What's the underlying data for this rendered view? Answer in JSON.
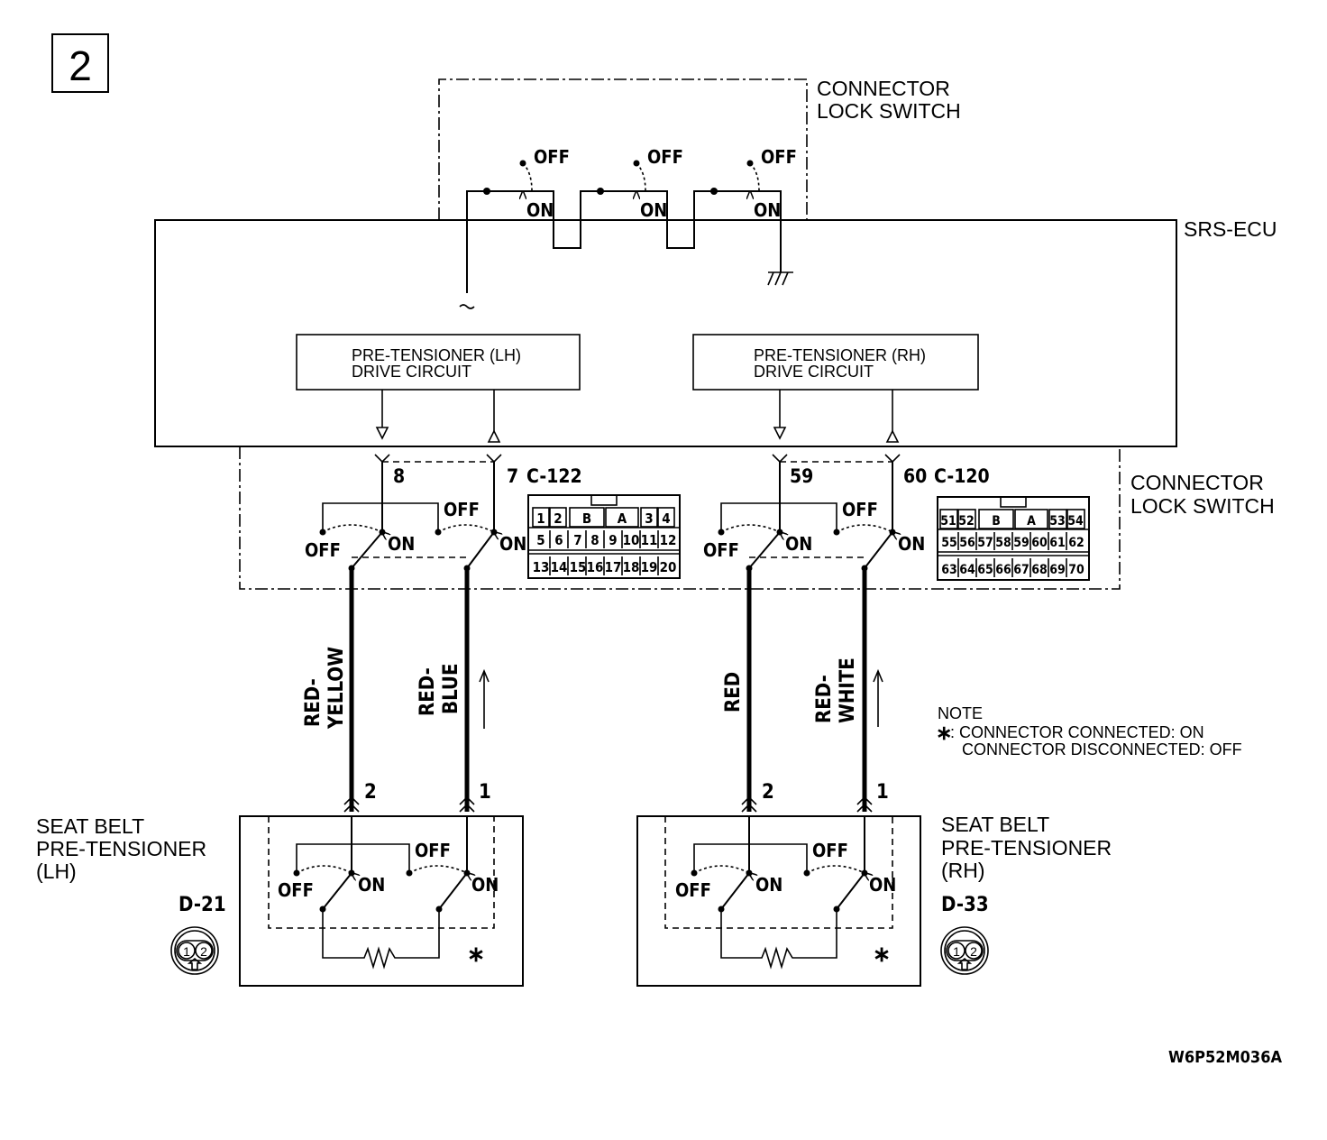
{
  "section_number": "2",
  "srs_ecu": {
    "label": "SRS-ECU",
    "lock_switch_top_label": [
      "CONNECTOR",
      "LOCK SWITCH"
    ],
    "off_label": "OFF",
    "on_label": "ON",
    "lh_drive_circuit": [
      "PRE-TENSIONER (LH)",
      "DRIVE CIRCUIT"
    ],
    "rh_drive_circuit": [
      "PRE-TENSIONER (RH)",
      "DRIVE CIRCUIT"
    ]
  },
  "connector_lock_switch_label": [
    "CONNECTOR",
    "LOCK SWITCH"
  ],
  "connector_c122": {
    "id": "C-122",
    "pin_left": "8",
    "pin_right": "7",
    "row1": [
      "1",
      "2",
      "B",
      "A",
      "3",
      "4"
    ],
    "row2": [
      "5",
      "6",
      "7",
      "8",
      "9",
      "10",
      "11",
      "12"
    ],
    "row3": [
      "13",
      "14",
      "15",
      "16",
      "17",
      "18",
      "19",
      "20"
    ]
  },
  "connector_c120": {
    "id": "C-120",
    "pin_left": "59",
    "pin_right": "60",
    "row1": [
      "51",
      "52",
      "B",
      "A",
      "53",
      "54"
    ],
    "row2": [
      "55",
      "56",
      "57",
      "58",
      "59",
      "60",
      "61",
      "62"
    ],
    "row3": [
      "63",
      "64",
      "65",
      "66",
      "67",
      "68",
      "69",
      "70"
    ]
  },
  "wires": {
    "lh_left": [
      "RED-",
      "YELLOW"
    ],
    "lh_right": [
      "RED-",
      "BLUE"
    ],
    "rh_left": "RED",
    "rh_right": [
      "RED-",
      "WHITE"
    ]
  },
  "note": {
    "title": "NOTE",
    "asterisk": "∗",
    "line1": ": CONNECTOR CONNECTED: ON",
    "line2": "CONNECTOR DISCONNECTED: OFF"
  },
  "lh_pretensioner": {
    "label": [
      "SEAT BELT",
      "PRE-TENSIONER",
      "(LH)"
    ],
    "connector": "D-21",
    "pin_left": "2",
    "pin_right": "1",
    "connector_pins": [
      "1",
      "2"
    ],
    "asterisk": "∗"
  },
  "rh_pretensioner": {
    "label": [
      "SEAT BELT",
      "PRE-TENSIONER",
      "(RH)"
    ],
    "connector": "D-33",
    "pin_left": "2",
    "pin_right": "1",
    "connector_pins": [
      "1",
      "2"
    ],
    "asterisk": "∗"
  },
  "figure_code": "W6P52M036A"
}
